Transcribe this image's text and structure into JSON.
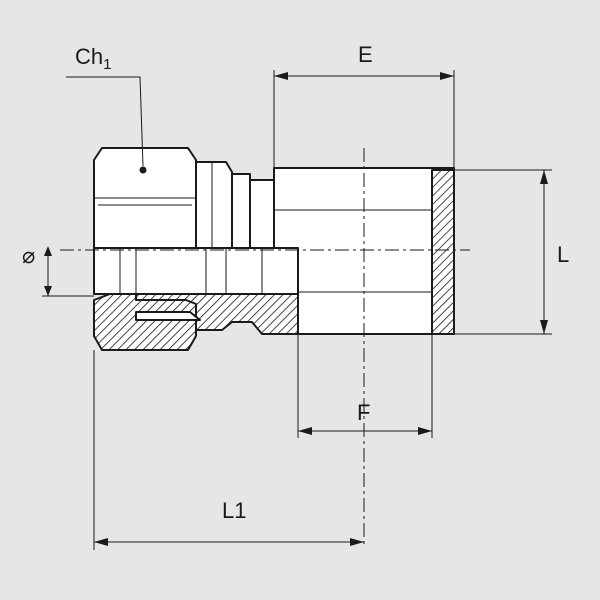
{
  "labels": {
    "wrench_size": "Ch",
    "wrench_size_sub": "1",
    "diameter": "⌀",
    "length_e": "E",
    "length_l": "L",
    "length_f": "F",
    "length_l1": "L1"
  },
  "colors": {
    "background": "#e6e6e6",
    "line": "#1a1a1a",
    "body": "#ffffff"
  }
}
